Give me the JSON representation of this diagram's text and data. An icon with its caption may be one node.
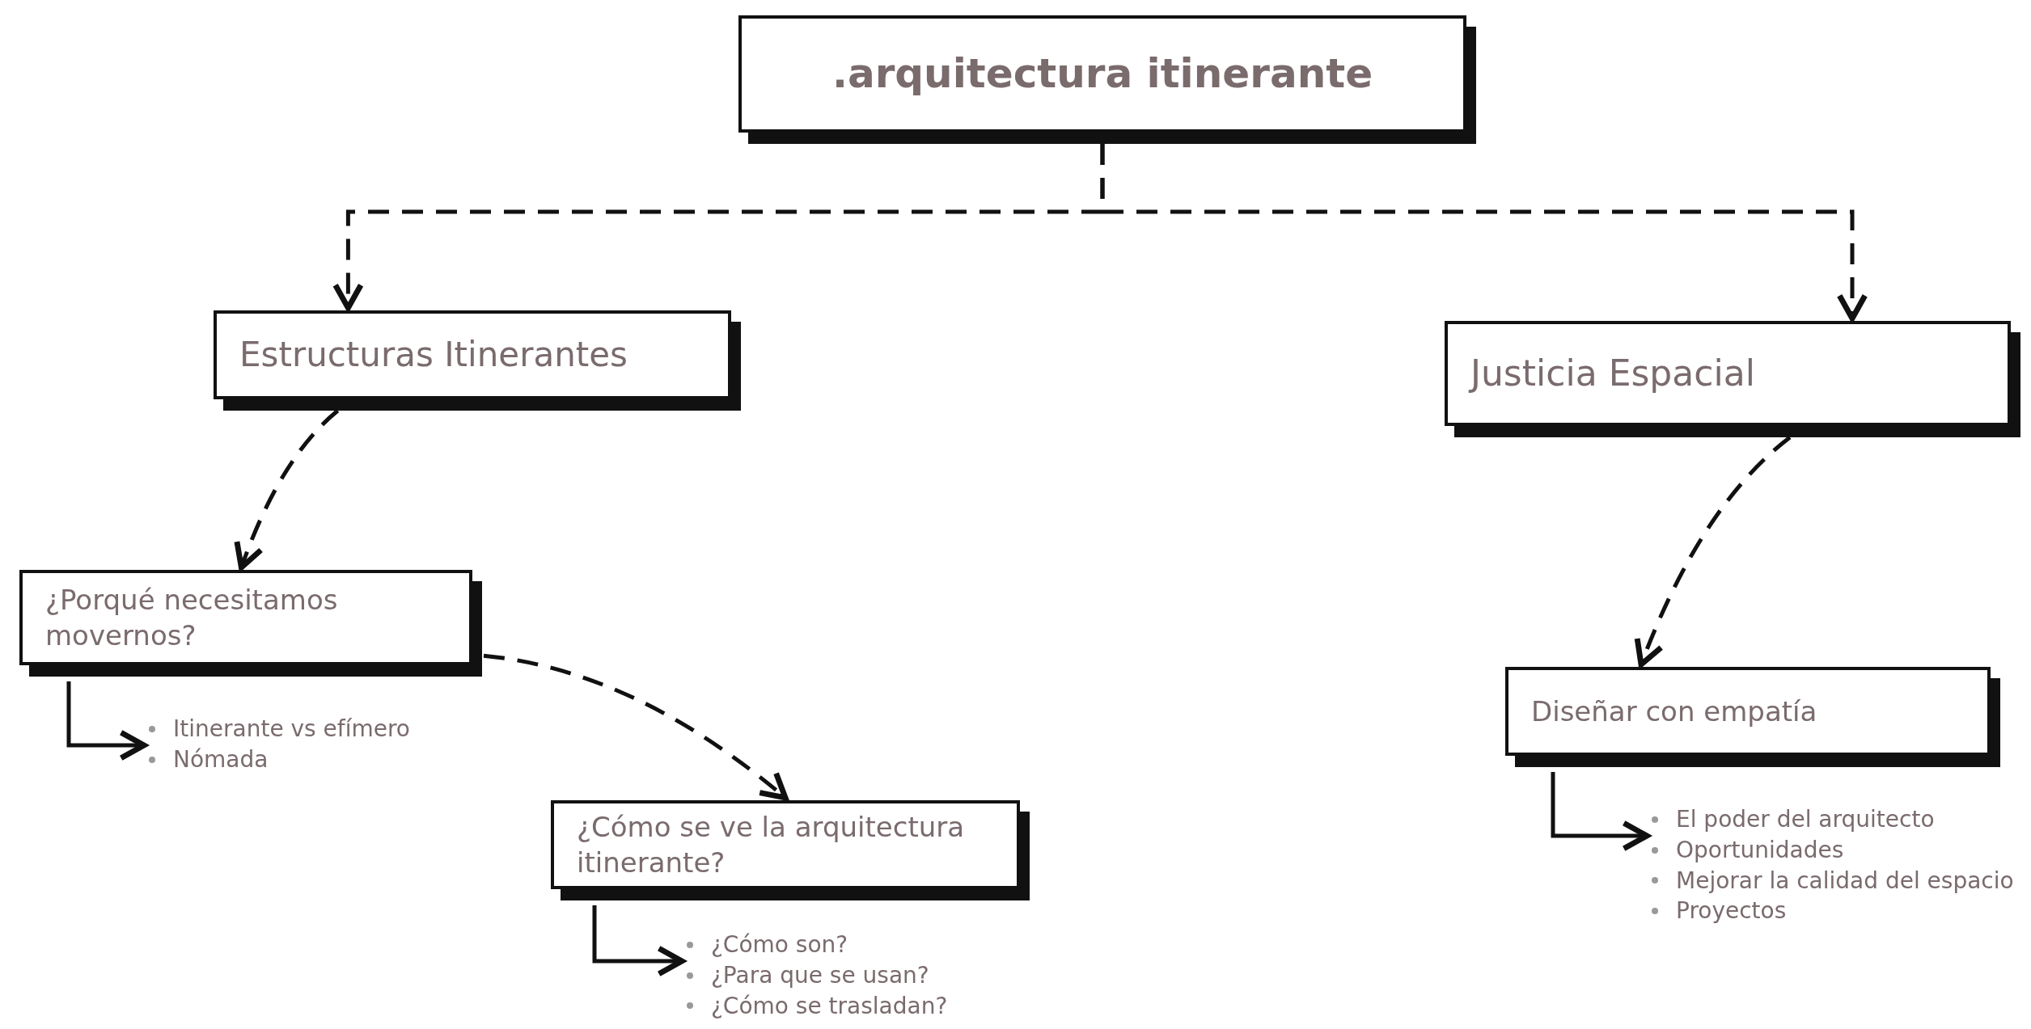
{
  "diagram": {
    "nodes": [
      {
        "text": [
          ".arquitectura itinerante"
        ]
      },
      {
        "text": [
          "Estructuras Itinerantes"
        ]
      },
      {
        "text": [
          "Justicia Espacial"
        ]
      },
      {
        "text": [
          "¿Porqué necesitamos movernos?"
        ]
      },
      {
        "text": [
          "Itinerante vs efímero",
          "Nómada"
        ]
      },
      {
        "text": [
          "¿Cómo se ve la arquitectura itinerante?"
        ]
      },
      {
        "text": [
          "¿Cómo son?",
          "¿Para que se usan?",
          "¿Cómo se trasladan?"
        ]
      },
      {
        "text": [
          "Diseñar con empatía"
        ]
      },
      {
        "text": [
          "El poder del arquitecto",
          "Oportunidades",
          "Mejorar la calidad del espacio",
          "Proyectos"
        ]
      }
    ],
    "edges": [
      {
        "from": 0,
        "to": 1,
        "arrow": "to",
        "style": "dashed"
      },
      {
        "from": 0,
        "to": 2,
        "arrow": "to",
        "style": "dashed"
      },
      {
        "from": 1,
        "to": 3,
        "arrow": "to",
        "style": "dashed"
      },
      {
        "from": 3,
        "to": 5,
        "arrow": "to",
        "style": "dashed"
      },
      {
        "from": 2,
        "to": 7,
        "arrow": "to",
        "style": "dashed"
      },
      {
        "from": 3,
        "to": 4,
        "arrow": "to"
      },
      {
        "from": 5,
        "to": 6,
        "arrow": "to"
      },
      {
        "from": 7,
        "to": 8,
        "arrow": "to"
      }
    ]
  }
}
